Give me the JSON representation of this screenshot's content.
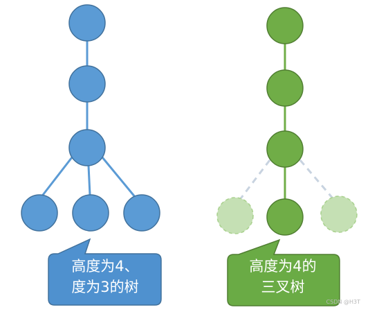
{
  "left_tree": {
    "caption": [
      "高度为4、",
      "度为3的树"
    ],
    "node_color": "#5b9bd5",
    "node_stroke": "#41719c",
    "callout_color": "#4f91cf"
  },
  "right_tree": {
    "caption": [
      "高度为4的",
      "三叉树"
    ],
    "node_color": "#70ad47",
    "node_stroke": "#507e32",
    "faded_node_color": "#c5e0b4",
    "callout_color": "#6aab45"
  },
  "watermark": "CSDN @H3T"
}
